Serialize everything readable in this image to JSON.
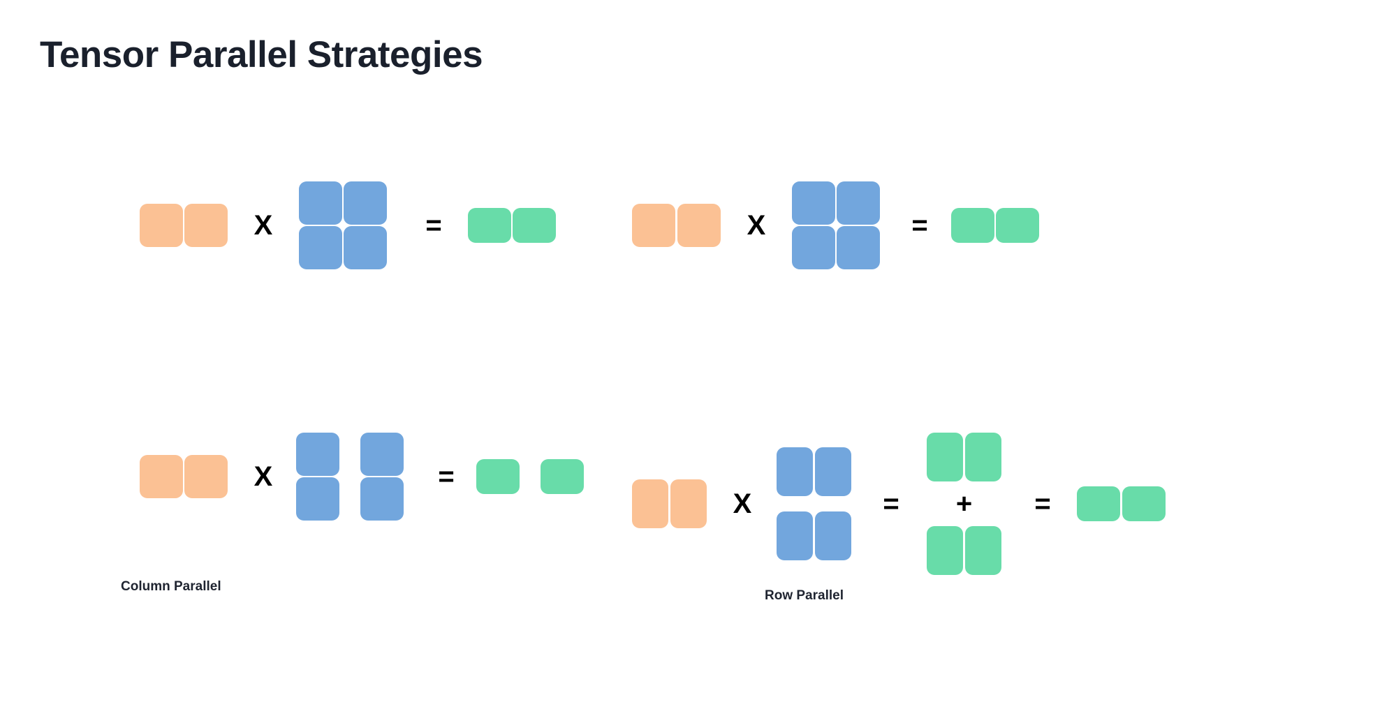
{
  "page": {
    "title": "Tensor Parallel Strategies",
    "background_color": "#ffffff",
    "title_color": "#1a202c"
  },
  "palette": {
    "input_orange": "#fbc194",
    "weight_blue": "#72a6dd",
    "output_green": "#68dca9",
    "operator_black": "#000000"
  },
  "operators": {
    "multiply": "X",
    "equals": "=",
    "plus": "+"
  },
  "panels": [
    {
      "id": "column-parallel",
      "caption": "Column Parallel",
      "equations": [
        {
          "id": "col-top",
          "description": "unsharded reference matmul",
          "terms": [
            {
              "kind": "matrix",
              "name": "input-activations",
              "color": "#fbc194",
              "rows": 1,
              "cols": 2,
              "split": "none"
            },
            {
              "kind": "operator",
              "name": "multiply",
              "symbol": "X"
            },
            {
              "kind": "matrix",
              "name": "weight-matrix",
              "color": "#72a6dd",
              "rows": 2,
              "cols": 2,
              "split": "none"
            },
            {
              "kind": "operator",
              "name": "equals",
              "symbol": "="
            },
            {
              "kind": "matrix",
              "name": "output-activations",
              "color": "#68dca9",
              "rows": 1,
              "cols": 2,
              "split": "none"
            }
          ]
        },
        {
          "id": "col-bottom",
          "description": "weights sharded along columns, outputs sharded along columns",
          "terms": [
            {
              "kind": "matrix",
              "name": "input-activations",
              "color": "#fbc194",
              "rows": 1,
              "cols": 2,
              "split": "none"
            },
            {
              "kind": "operator",
              "name": "multiply",
              "symbol": "X"
            },
            {
              "kind": "matrix",
              "name": "weight-matrix-column-sharded",
              "color": "#72a6dd",
              "rows": 2,
              "cols": 2,
              "split": "columns"
            },
            {
              "kind": "operator",
              "name": "equals",
              "symbol": "="
            },
            {
              "kind": "matrix",
              "name": "output-activations-column-sharded",
              "color": "#68dca9",
              "rows": 1,
              "cols": 2,
              "split": "columns"
            }
          ]
        }
      ]
    },
    {
      "id": "row-parallel",
      "caption": "Row Parallel",
      "equations": [
        {
          "id": "row-top",
          "description": "unsharded reference matmul",
          "terms": [
            {
              "kind": "matrix",
              "name": "input-activations",
              "color": "#fbc194",
              "rows": 1,
              "cols": 2,
              "split": "columns"
            },
            {
              "kind": "operator",
              "name": "multiply",
              "symbol": "X"
            },
            {
              "kind": "matrix",
              "name": "weight-matrix",
              "color": "#72a6dd",
              "rows": 2,
              "cols": 2,
              "split": "none"
            },
            {
              "kind": "operator",
              "name": "equals",
              "symbol": "="
            },
            {
              "kind": "matrix",
              "name": "output-activations",
              "color": "#68dca9",
              "rows": 1,
              "cols": 2,
              "split": "none"
            }
          ]
        },
        {
          "id": "row-bottom",
          "description": "weights sharded along rows, partial outputs summed via all-reduce",
          "terms": [
            {
              "kind": "matrix",
              "name": "input-activations-column-sharded",
              "color": "#fbc194",
              "rows": 1,
              "cols": 2,
              "split": "columns"
            },
            {
              "kind": "operator",
              "name": "multiply",
              "symbol": "X"
            },
            {
              "kind": "matrix",
              "name": "weight-matrix-row-sharded",
              "color": "#72a6dd",
              "rows": 2,
              "cols": 2,
              "split": "rows"
            },
            {
              "kind": "operator",
              "name": "equals",
              "symbol": "="
            },
            {
              "kind": "matrix",
              "name": "partial-output-shard-1",
              "color": "#68dca9",
              "rows": 1,
              "cols": 2,
              "split": "none"
            },
            {
              "kind": "operator",
              "name": "plus",
              "symbol": "+"
            },
            {
              "kind": "matrix",
              "name": "partial-output-shard-2",
              "color": "#68dca9",
              "rows": 1,
              "cols": 2,
              "split": "none"
            },
            {
              "kind": "operator",
              "name": "equals",
              "symbol": "="
            },
            {
              "kind": "matrix",
              "name": "output-activations-reduced",
              "color": "#68dca9",
              "rows": 1,
              "cols": 2,
              "split": "none"
            }
          ]
        }
      ]
    }
  ]
}
